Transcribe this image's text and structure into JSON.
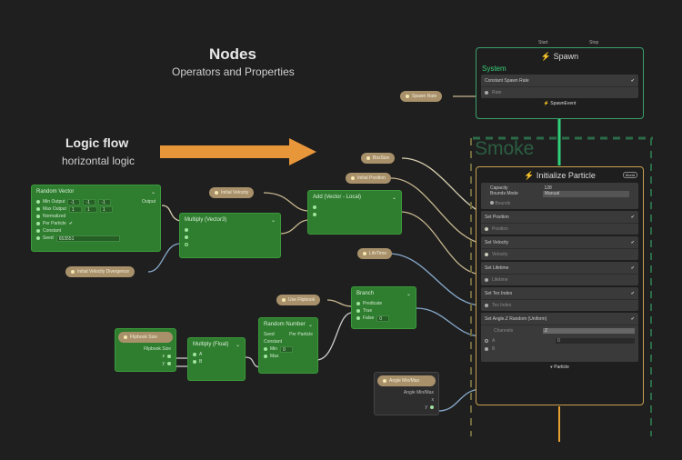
{
  "titles": {
    "nodes": "Nodes",
    "nodes_sub": "Operators and Properties",
    "logic": "Logic flow",
    "logic_sub": "horizontal logic"
  },
  "random_vector": {
    "title": "Random Vector",
    "min": "Min Output",
    "max": "Max Output",
    "min_vals": [
      "-1",
      "-1",
      "-1"
    ],
    "max_vals": [
      "1",
      "1",
      "1"
    ],
    "normalized": "Normalized",
    "per_particle": "Per Particle",
    "constant": "Constant",
    "seed": "Seed",
    "seed_val": "653551",
    "output": "Output"
  },
  "props": {
    "ivd": "Initial Velocity Divergence",
    "iv": "Initial Velocity",
    "bounds": "BoxSize",
    "ipos": "Initial Position",
    "lifetime": "LifeTime",
    "useflip": "Use Flipbook",
    "flipsize": "Flipbook Size",
    "angle": "Angle Min/Max",
    "spawnrate": "Spawn Rate"
  },
  "mul_vec": {
    "title": "Multiply (Vector3)"
  },
  "add_vec": {
    "title": "Add (Vector - Local)"
  },
  "branch": {
    "title": "Branch",
    "predicate": "Predicate",
    "true": "True",
    "false": "False",
    "false_val": "0"
  },
  "flipbook": {
    "out": "Flipbook Size",
    "x": "x",
    "y": "y"
  },
  "mul_float": {
    "title": "Multiply (Float)",
    "a": "A",
    "b": "B"
  },
  "random_num": {
    "title": "Random Number",
    "seed": "Seed",
    "seed_val": "Per Particle",
    "constant": "Constant",
    "min": "Min",
    "min_val": "0",
    "max": "Max"
  },
  "angle_node": {
    "out": "Angle Min/Max",
    "x": "x",
    "y": "y"
  },
  "spawn": {
    "start": "Start",
    "stop": "Stop",
    "title": "Spawn",
    "system": "System",
    "block": "Constant Spawn Rate",
    "rate": "Rate",
    "event": "SpawnEvent"
  },
  "smoke": {
    "label": "Smoke"
  },
  "init": {
    "title": "Initialize Particle",
    "badge": "World",
    "capacity": "Capacity",
    "capacity_val": "128",
    "bounds_mode": "Bounds Mode",
    "bounds_mode_val": "Manual",
    "bounds": "Bounds",
    "blocks": [
      {
        "title": "Set Position",
        "port": "Position"
      },
      {
        "title": "Set Velocity",
        "port": "Velocity"
      },
      {
        "title": "Set Lifetime",
        "port": "Lifetime"
      },
      {
        "title": "Set Tex Index",
        "port": "Tex Index"
      }
    ],
    "angle_block": "Set Angle.Z Random (Uniform)",
    "channels": "Channels",
    "channels_val": "Z",
    "a": "A",
    "b": "B",
    "a_val": "0",
    "particle": "Particle"
  },
  "colors": {
    "arrow": "#e8963a",
    "node": "#2f7d2f",
    "property": "#a8916a",
    "context": "#3aa06a"
  }
}
